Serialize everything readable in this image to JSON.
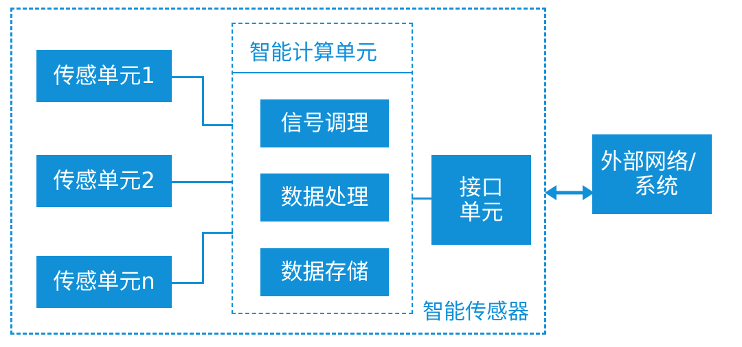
{
  "diagram": {
    "title_label": "智能传感器",
    "accent_color": "#1190d8",
    "background_color": "#ffffff",
    "text_on_block_color": "#ffffff"
  },
  "outer_container": {
    "name": "智能传感器",
    "label": "智能传感器",
    "border_style": "dashed"
  },
  "inner_container": {
    "name": "智能计算单元",
    "label": "智能计算单元",
    "border_style": "dashed"
  },
  "sensing_units": [
    {
      "label": "传感单元1"
    },
    {
      "label": "传感单元2"
    },
    {
      "label": "传感单元n"
    }
  ],
  "compute_blocks": [
    {
      "label": "信号调理"
    },
    {
      "label": "数据处理"
    },
    {
      "label": "数据存储"
    }
  ],
  "interface_unit": {
    "label": "接口\n单元",
    "line1": "接口",
    "line2": "单元"
  },
  "external_node": {
    "label": "外部网络/\n系统",
    "line1": "外部网络/",
    "line2": "系统"
  },
  "connectors": {
    "external_link_type": "bidirectional-arrow"
  }
}
